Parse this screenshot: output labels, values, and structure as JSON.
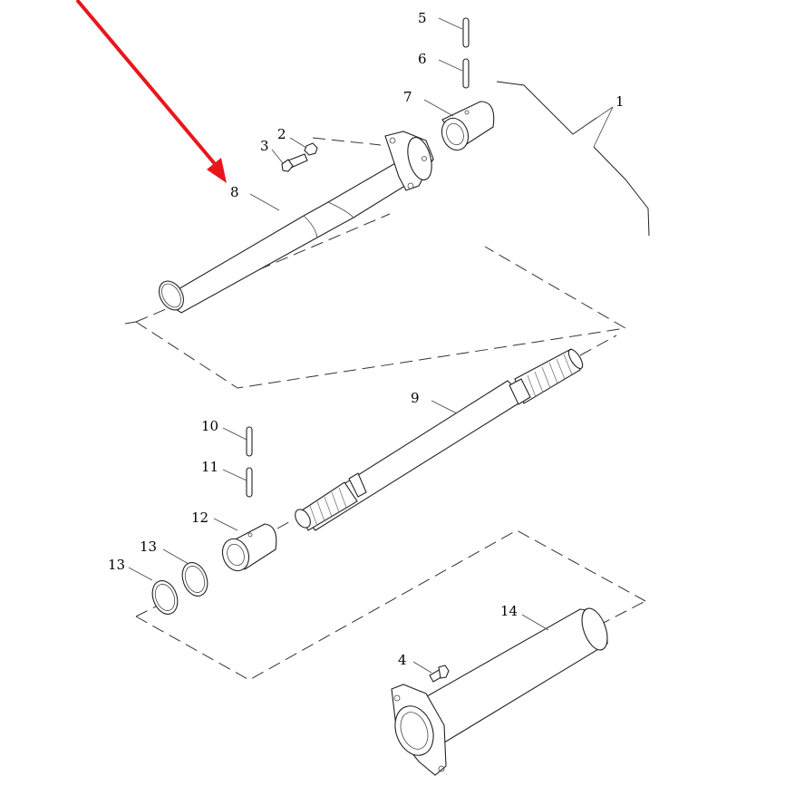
{
  "callouts": {
    "c1": "1",
    "c2": "2",
    "c3": "3",
    "c4": "4",
    "c5": "5",
    "c6": "6",
    "c7": "7",
    "c8": "8",
    "c9": "9",
    "c10": "10",
    "c11": "11",
    "c12": "12",
    "c13a": "13",
    "c13b": "13",
    "c14": "14"
  },
  "colors": {
    "arrow": "#e8161b",
    "line": "#222222",
    "background": "#ffffff"
  }
}
